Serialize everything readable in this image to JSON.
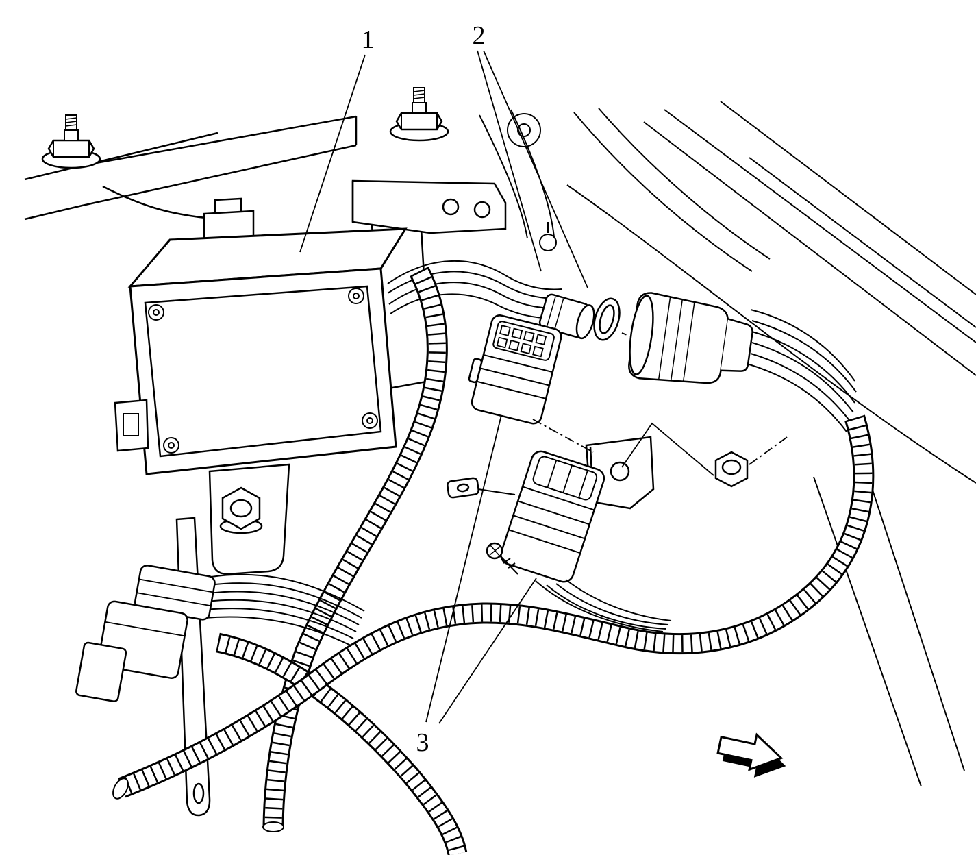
{
  "figure": {
    "background_color": "#ffffff",
    "line_color": "#000000",
    "callouts": [
      {
        "label": "1"
      },
      {
        "label": "2"
      },
      {
        "label": "3"
      }
    ],
    "icons": {
      "direction_arrow": "thick-right-arrow"
    }
  }
}
